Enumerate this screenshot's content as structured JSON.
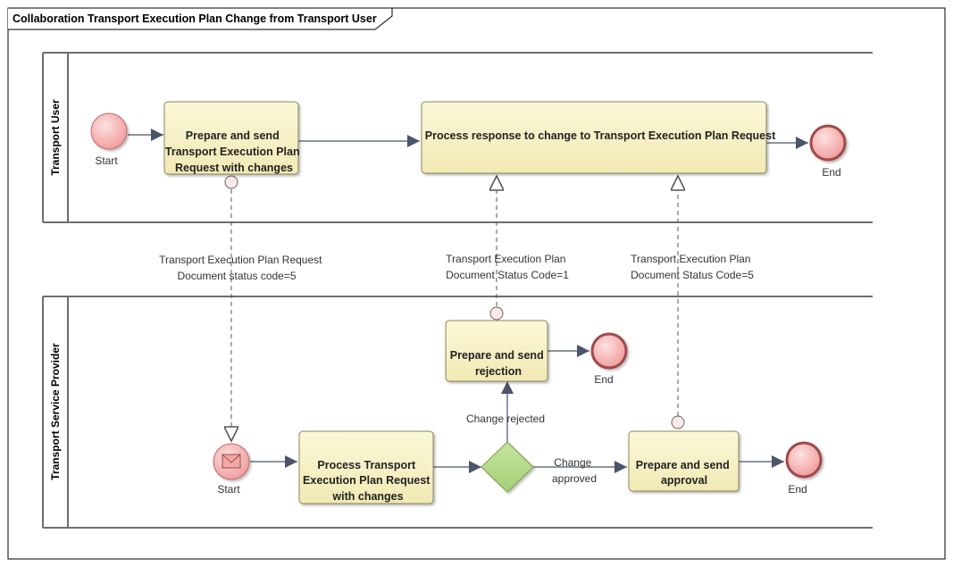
{
  "title": "Collaboration Transport Execution Plan Change from Transport User",
  "colors": {
    "task_fill_top": "#fbf8d8",
    "task_fill_bottom": "#f1e9b4",
    "task_stroke": "#8a845a",
    "event_fill": "#f5b8b8",
    "event_stroke": "#b85858",
    "gateway_fill": "#b3d98a",
    "gateway_stroke": "#7aa050",
    "arrow": "#4c546c",
    "lane_line": "#6e6e6e"
  },
  "lanes": {
    "user": "Transport User",
    "provider": "Transport Service Provider"
  },
  "events": {
    "user_start": "Start",
    "user_end": "End",
    "provider_start": "Start",
    "rejection_end": "End",
    "approval_end": "End"
  },
  "tasks": {
    "prepare_send_request": [
      "Prepare and send",
      "Transport Execution Plan",
      "Request with changes"
    ],
    "process_response": [
      "Process response to change to Transport Execution Plan Request"
    ],
    "process_request": [
      "Process Transport",
      "Execution Plan Request",
      "with changes"
    ],
    "prepare_send_rejection": [
      "Prepare and send",
      "rejection"
    ],
    "prepare_send_approval": [
      "Prepare and send",
      "approval"
    ]
  },
  "messages": {
    "request": [
      "Transport Execution Plan Request",
      "Document status code=5"
    ],
    "rejection": [
      "Transport Execution Plan",
      "Document Status Code=1"
    ],
    "approval": [
      "Transport Execution Plan",
      "Document Status Code=5"
    ]
  },
  "flow_labels": {
    "rejected": "Change rejected",
    "approved": [
      "Change",
      "approved"
    ]
  }
}
